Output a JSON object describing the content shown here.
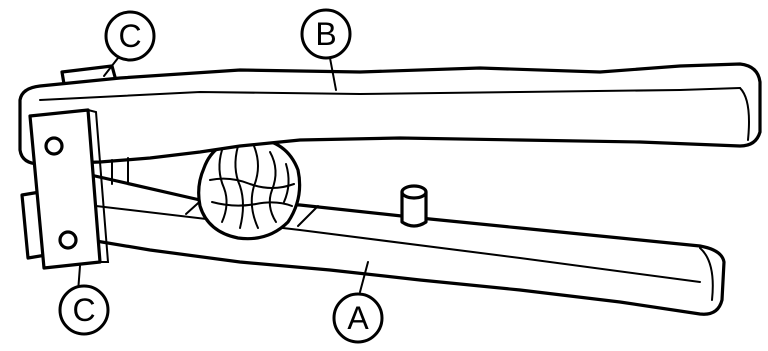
{
  "diagram": {
    "labels": {
      "upper_arm": "B",
      "lower_arm": "A",
      "hinge_top": "C",
      "hinge_bottom": "C"
    },
    "colors": {
      "ink": "#000000",
      "paper": "#ffffff"
    }
  }
}
